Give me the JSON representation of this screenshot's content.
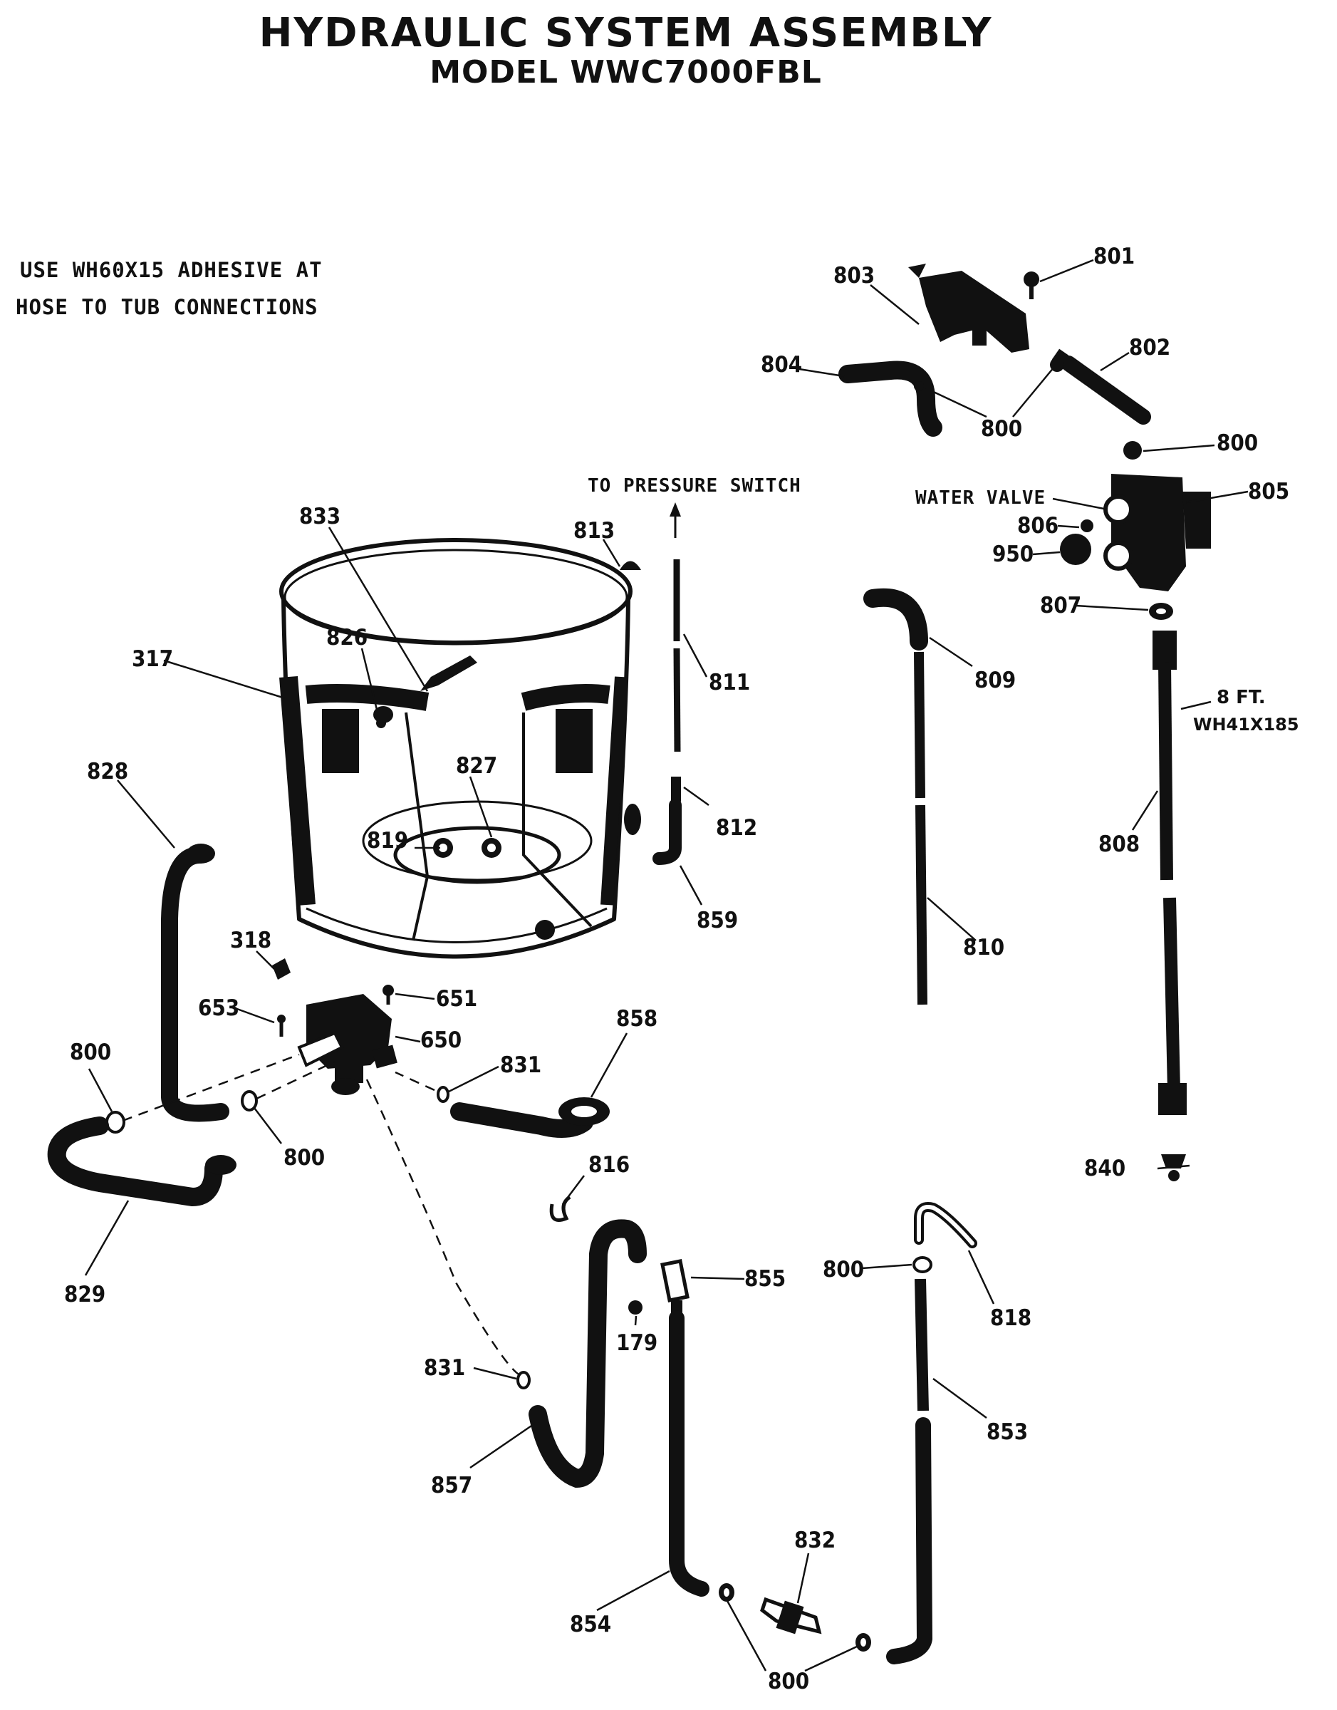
{
  "header": {
    "title": "HYDRAULIC SYSTEM ASSEMBLY",
    "subtitle": "MODEL WWC7000FBL"
  },
  "notes": {
    "adhesive_line1": "USE WH60X15 ADHESIVE AT",
    "adhesive_line2": "HOSE TO TUB CONNECTIONS",
    "pressure_switch": "TO PRESSURE SWITCH",
    "water_valve": "WATER VALVE",
    "hose_length": "8 FT.",
    "hose_part": "WH41X185"
  },
  "labels": {
    "p801": "801",
    "p803": "803",
    "p802": "802",
    "p804": "804",
    "p800_top": "800",
    "p800_valve": "800",
    "p805": "805",
    "p806": "806",
    "p950": "950",
    "p807": "807",
    "p809": "809",
    "p808": "808",
    "p810": "810",
    "p840": "840",
    "p833": "833",
    "p813": "813",
    "p811": "811",
    "p826": "826",
    "p317": "317",
    "p827": "827",
    "p819": "819",
    "p812": "812",
    "p859": "859",
    "p828": "828",
    "p318": "318",
    "p653": "653",
    "p651": "651",
    "p650": "650",
    "p858": "858",
    "p831_a": "831",
    "p800_left": "800",
    "p800_mid": "800",
    "p829": "829",
    "p816": "816",
    "p855": "855",
    "p179": "179",
    "p831_b": "831",
    "p857": "857",
    "p800_818": "800",
    "p818": "818",
    "p853": "853",
    "p832": "832",
    "p854": "854",
    "p800_bottom": "800"
  }
}
